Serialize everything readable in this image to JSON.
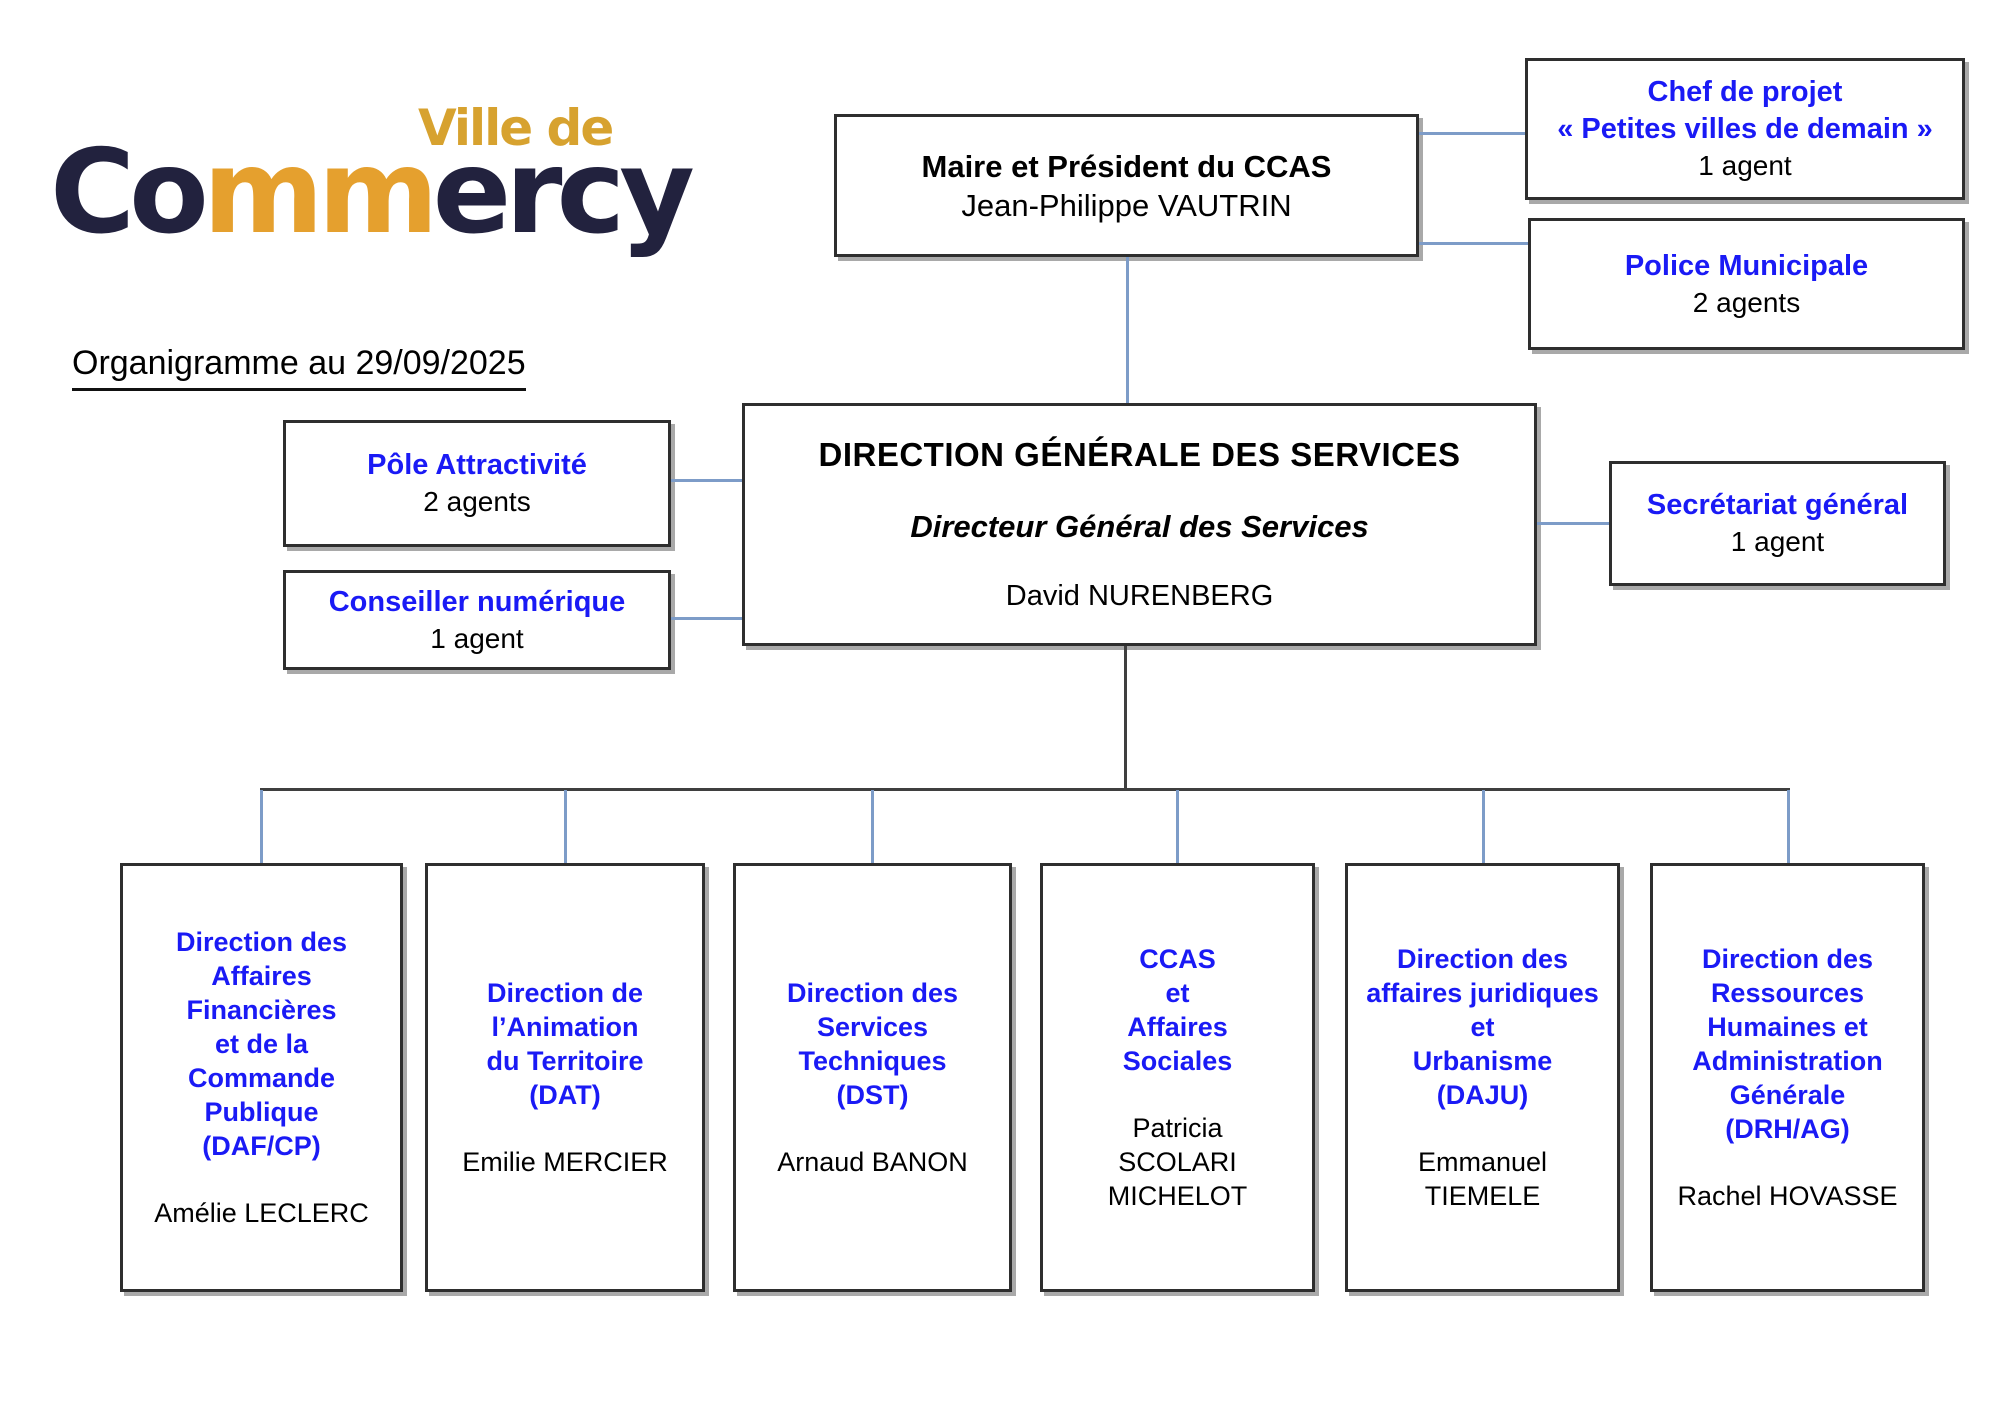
{
  "logo": {
    "ville_de": "Ville de",
    "part1": "Co",
    "part2": "mm",
    "part3": "ercy"
  },
  "date_caption": "Organigramme au 29/09/2025",
  "nodes": {
    "maire": {
      "title": "Maire et Président du CCAS",
      "name": "Jean-Philippe VAUTRIN"
    },
    "chef_projet": {
      "title": "Chef de projet\n« Petites villes de demain »",
      "agents": "1 agent"
    },
    "police": {
      "title": "Police Municipale",
      "agents": "2 agents"
    },
    "dgs": {
      "title": "DIRECTION GÉNÉRALE DES SERVICES",
      "subtitle": "Directeur Général des Services",
      "name": "David NURENBERG"
    },
    "pole_attractivite": {
      "title": "Pôle Attractivité",
      "agents": "2 agents"
    },
    "conseiller_numerique": {
      "title": "Conseiller numérique",
      "agents": "1 agent"
    },
    "secretariat_general": {
      "title": "Secrétariat général",
      "agents": "1 agent"
    },
    "directions": {
      "daf": {
        "title": "Direction des\nAffaires\nFinancières\net de la\nCommande\nPublique\n(DAF/CP)",
        "name": "Amélie LECLERC"
      },
      "dat": {
        "title": "Direction de\nl’Animation\ndu Territoire\n(DAT)",
        "name": "Emilie MERCIER"
      },
      "dst": {
        "title": "Direction des\nServices\nTechniques\n(DST)",
        "name": "Arnaud BANON"
      },
      "ccas": {
        "title": "CCAS\net\nAffaires\nSociales",
        "name": "Patricia\nSCOLARI\nMICHELOT"
      },
      "daju": {
        "title": "Direction des\naffaires juridiques\net\nUrbanisme\n(DAJU)",
        "name": "Emmanuel\nTIEMELE"
      },
      "drh": {
        "title": "Direction des\nRessources\nHumaines et\nAdministration\nGénérale\n(DRH/AG)",
        "name": "Rachel HOVASSE"
      }
    }
  },
  "colors": {
    "title_blue": "#1a1af5",
    "connector_blue": "#7d9cc8",
    "connector_dark": "#3f3f3f",
    "box_border": "#2e2e2e",
    "box_shadow": "#a9a9a9",
    "logo_navy": "#22223e",
    "logo_gold": "#d7a22f",
    "logo_orange": "#e5a02e"
  }
}
